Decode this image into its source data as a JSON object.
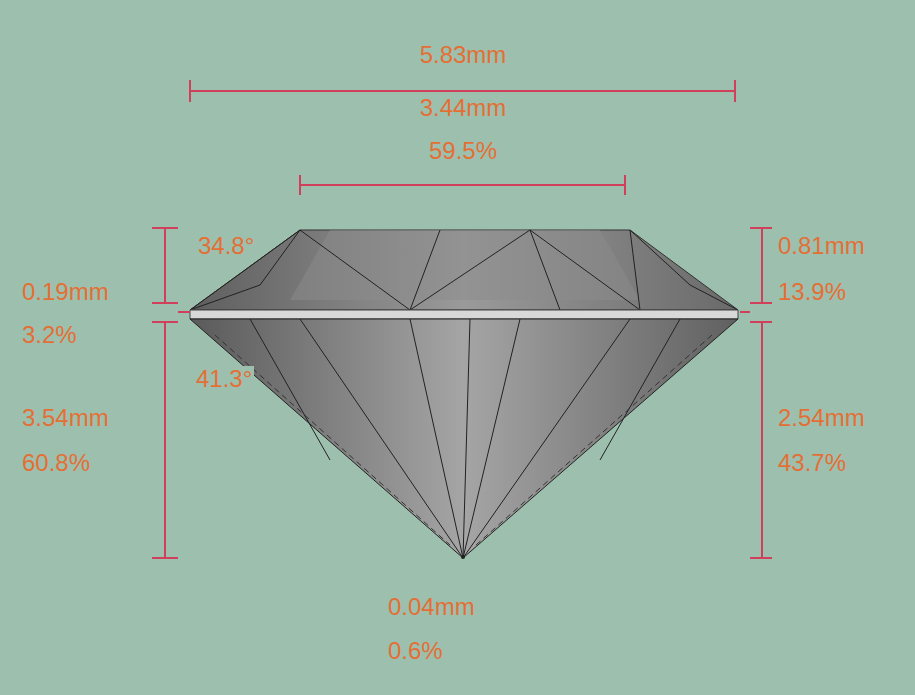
{
  "diagram": {
    "labels": [
      "5.83mm",
      "3.44mm",
      "59.5%",
      "34.8°",
      "0.19mm",
      "3.2%",
      "41.3°",
      "3.54mm",
      "60.8%",
      "0.81mm",
      "13.9%",
      "2.54mm",
      "43.7%",
      "0.04mm",
      "0.6%"
    ]
  }
}
